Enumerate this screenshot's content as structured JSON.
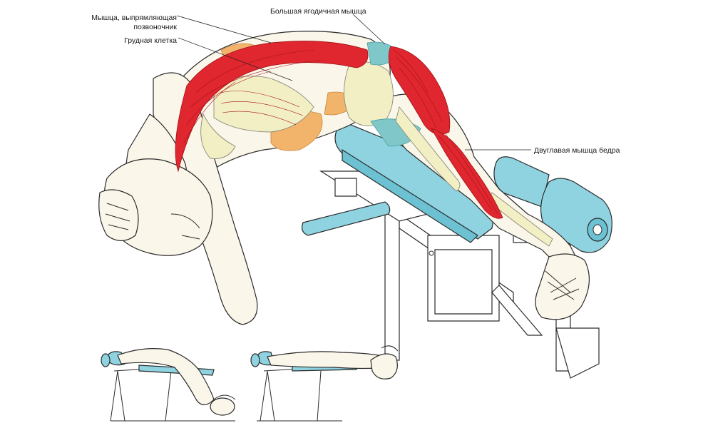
{
  "labels": {
    "erector_spinae_line1": "Мышца, выпрямляющая",
    "erector_spinae_line2": "позвоночник",
    "rib_cage": "Грудная клетка",
    "gluteus_maximus": "Большая ягодичная мышца",
    "biceps_femoris": "Двуглавая мышца бедра"
  },
  "colors": {
    "muscle": "#e0262e",
    "bench_pad": "#8fd3e0",
    "fascia": "#f2b36b",
    "skin": "#fbf6ea"
  },
  "icons": {
    "main_figure": "anatomy-hyperextension-figure",
    "thumb_start": "hyperextension-start-position-icon",
    "thumb_end": "hyperextension-end-position-icon"
  }
}
